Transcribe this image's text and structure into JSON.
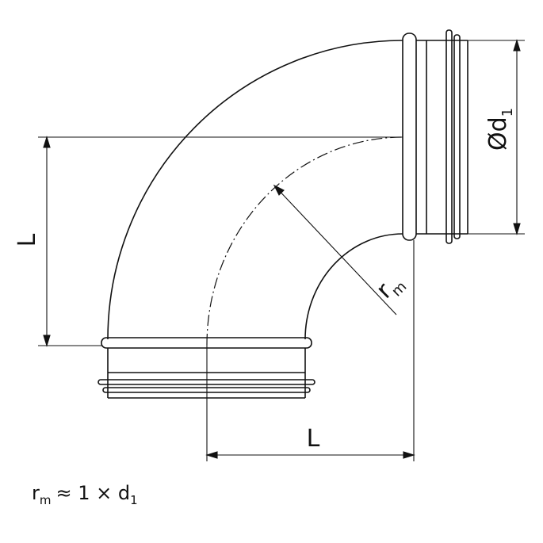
{
  "labels": {
    "diameter_symbol": "Ød",
    "diameter_sub": "1",
    "length_left": "L",
    "length_bottom": "L",
    "radius_symbol": "r",
    "radius_sub": "m"
  },
  "formula": {
    "lhs": "r",
    "lhs_sub": "m",
    "relation": "≈ 1 × d",
    "rhs_sub": "1"
  },
  "colors": {
    "line": "#111111",
    "background": "#ffffff"
  }
}
